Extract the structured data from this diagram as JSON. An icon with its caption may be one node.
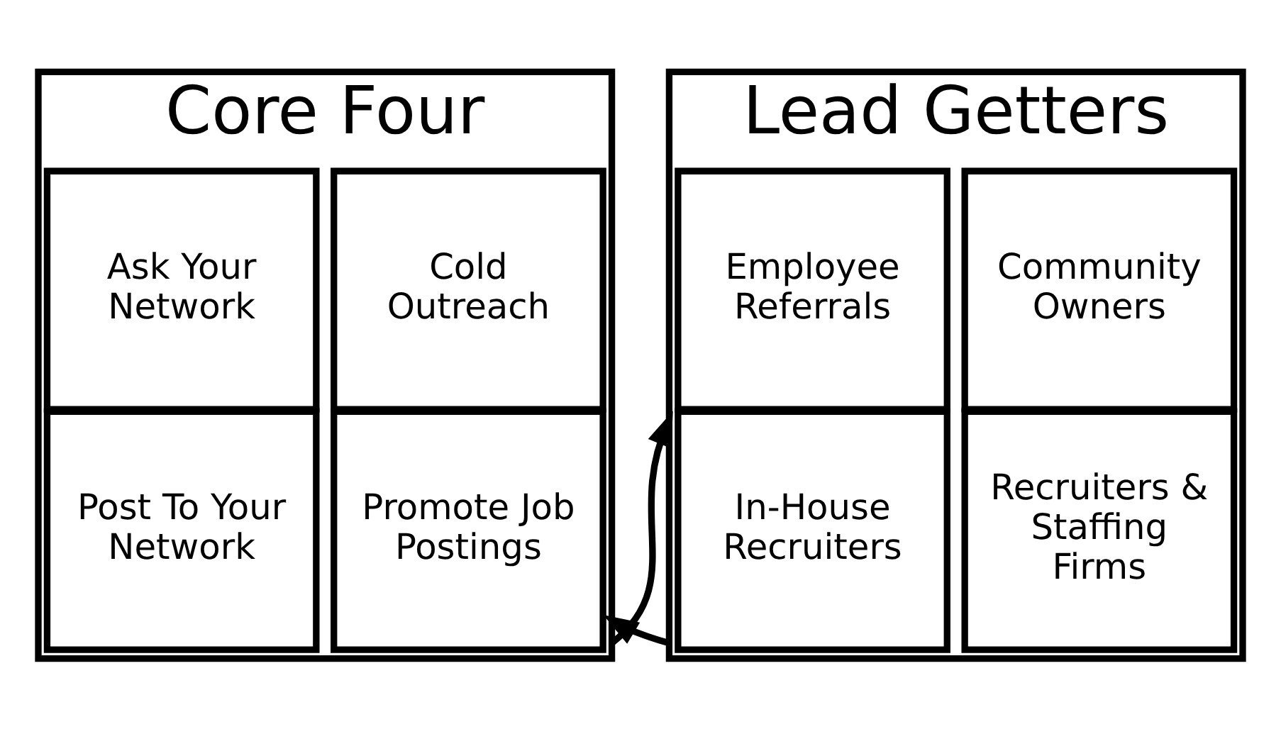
{
  "diagram": {
    "nodes": [
      {
        "text": [
          "Core Four"
        ]
      },
      {
        "text": [
          "Ask Your Network"
        ],
        "in": 0
      },
      {
        "text": [
          "Cold Outreach"
        ],
        "in": 0
      },
      {
        "text": [
          "Post To Your Network"
        ],
        "in": 0
      },
      {
        "text": [
          "Promote Job Postings"
        ],
        "in": 0
      },
      {
        "text": [
          "Lead Getters"
        ]
      },
      {
        "text": [
          "Employee Referrals"
        ],
        "in": 5
      },
      {
        "text": [
          "Community Owners"
        ],
        "in": 5
      },
      {
        "text": [
          "In-House Recruiters"
        ],
        "in": 5
      },
      {
        "text": [
          "Recruiters & Staffing Firms"
        ],
        "in": 5
      }
    ],
    "edges": [
      {
        "from": 0,
        "to": 5,
        "arrow": "to"
      },
      {
        "from": 5,
        "to": 0,
        "arrow": "to"
      }
    ]
  }
}
